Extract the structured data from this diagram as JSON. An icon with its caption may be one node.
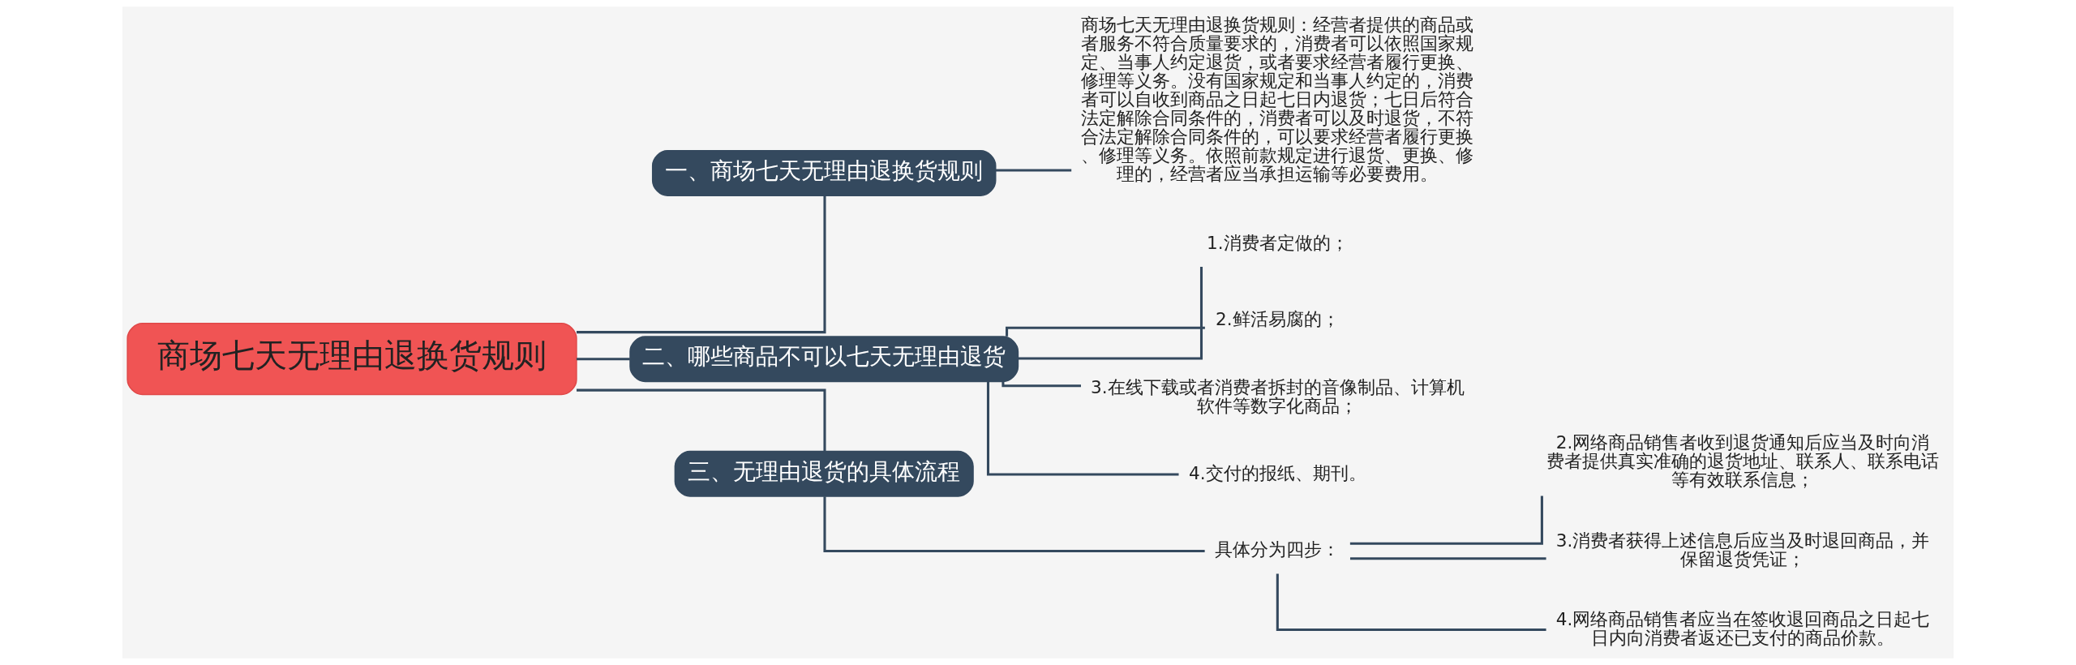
{
  "diagram": {
    "nodes": [
      {
        "text": [
          "商场七天无理由退换货规则"
        ]
      },
      {
        "text": [
          "一、商场七天无理由退换货规则"
        ]
      },
      {
        "text": [
          "商场七天无理由退换货规则：经营者提供的商品或者服务不符合质量要求的，消费者可以依照国家规定、当事人约定退货，或者要求经营者履行更换、修理等义务。没有国家规定和当事人约定的，消费者可以自收到商品之日起七日内退货；七日后符合法定解除合同条件的，消费者可以及时退货，不符合法定解除合同条件的，可以要求经营者履行更换、修理等义务。依照前款规定进行退货、更换、修理的，经营者应当承担运输等必要费用。"
        ]
      },
      {
        "text": [
          "二、哪些商品不可以七天无理由退货"
        ]
      },
      {
        "text": [
          "1.消费者定做的；"
        ]
      },
      {
        "text": [
          "2.鲜活易腐的；"
        ]
      },
      {
        "text": [
          "3.在线下载或者消费者拆封的音像制品、计算机软件等数字化商品；"
        ]
      },
      {
        "text": [
          "4.交付的报纸、期刊。"
        ]
      },
      {
        "text": [
          "三、无理由退货的具体流程"
        ]
      },
      {
        "text": [
          "具体分为四步："
        ]
      },
      {
        "text": [
          "2.网络商品销售者收到退货通知后应当及时向消费者提供真实准确的退货地址、联系人、联系电话等有效联系信息；"
        ]
      },
      {
        "text": [
          "3.消费者获得上述信息后应当及时退回商品，并保留退货凭证；"
        ]
      },
      {
        "text": [
          "4.网络商品销售者应当在签收退回商品之日起七日内向消费者返还已支付的商品价款。"
        ]
      }
    ],
    "edges": [
      {
        "from": 0,
        "to": 1,
        "arrow": "none"
      },
      {
        "from": 1,
        "to": 2,
        "arrow": "none"
      },
      {
        "from": 0,
        "to": 3,
        "arrow": "none"
      },
      {
        "from": 3,
        "to": 4,
        "arrow": "none"
      },
      {
        "from": 3,
        "to": 5,
        "arrow": "none"
      },
      {
        "from": 3,
        "to": 6,
        "arrow": "none"
      },
      {
        "from": 3,
        "to": 7,
        "arrow": "none"
      },
      {
        "from": 0,
        "to": 8,
        "arrow": "none"
      },
      {
        "from": 8,
        "to": 9,
        "arrow": "none"
      },
      {
        "from": 9,
        "to": 10,
        "arrow": "none"
      },
      {
        "from": 9,
        "to": 11,
        "arrow": "none"
      },
      {
        "from": 9,
        "to": 12,
        "arrow": "none"
      }
    ]
  }
}
